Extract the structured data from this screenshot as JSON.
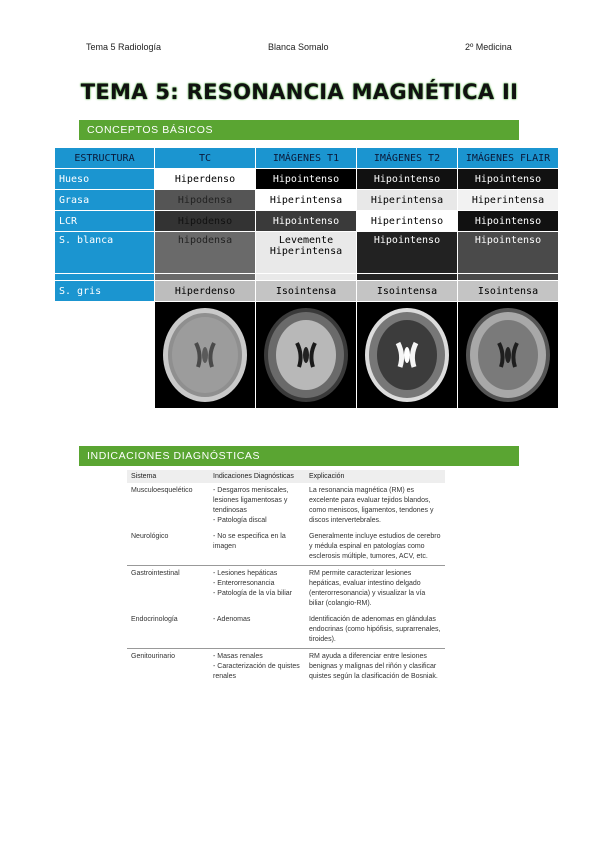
{
  "header": {
    "left": "Tema 5 Radiología",
    "center": "Blanca Somalo",
    "right": "2º Medicina"
  },
  "title": "TEMA 5: RESONANCIA MAGNÉTICA II",
  "section1": "CONCEPTOS BÁSICOS",
  "section2": "INDICACIONES DIAGNÓSTICAS",
  "colors": {
    "banner": "#5aa532",
    "table_header": "#1b95d0"
  },
  "mri_table": {
    "headers": [
      "ESTRUCTURA",
      "TC",
      "IMÁGENES T1",
      "IMÁGENES T2",
      "IMÁGENES FLAIR"
    ],
    "rows": [
      {
        "label": "Hueso",
        "cells": [
          "Hiperdenso",
          "Hipointenso",
          "Hipointenso",
          "Hipointenso"
        ]
      },
      {
        "label": "Grasa",
        "cells": [
          "Hipodensa",
          "Hiperintensa",
          "Hiperintensa",
          "Hiperintensa"
        ]
      },
      {
        "label": "LCR",
        "cells": [
          "Hipodenso",
          "Hipointenso",
          "Hiperintenso",
          "Hipointenso"
        ]
      },
      {
        "label": "S. blanca",
        "cells": [
          "hipodensa",
          "Levemente Hiperintensa",
          "Hipointenso",
          "Hipointenso"
        ]
      },
      {
        "label": "S. gris",
        "cells": [
          "Hiperdenso",
          "Isointensa",
          "Isointensa",
          "Isointensa"
        ]
      }
    ]
  },
  "indications": {
    "headers": [
      "Sistema",
      "Indicaciones Diagnósticas",
      "Explicación"
    ],
    "rows": [
      {
        "system": "Musculoesquelético",
        "indications": "- Desgarros meniscales, lesiones ligamentosas y tendinosas\n- Patología discal",
        "explanation": "La resonancia magnética (RM) es excelente para evaluar tejidos blandos, como meniscos, ligamentos, tendones y discos intervertebrales."
      },
      {
        "system": "Neurológico",
        "indications": "- No se especifica en la imagen",
        "explanation": "Generalmente incluye estudios de cerebro y médula espinal en patologías como esclerosis múltiple, tumores, ACV, etc."
      },
      {
        "system": "Gastrointestinal",
        "indications": "- Lesiones hepáticas\n- Enterorresonancia\n- Patología de la vía biliar",
        "explanation": "RM permite caracterizar lesiones hepáticas, evaluar intestino delgado (enterorresonancia) y visualizar la vía biliar (colangio-RM)."
      },
      {
        "system": "Endocrinología",
        "indications": "- Adenomas",
        "explanation": "Identificación de adenomas en glándulas endocrinas (como hipófisis, suprarrenales, tiroides)."
      },
      {
        "system": "Genitourinario",
        "indications": "- Masas renales\n- Caracterización de quistes renales",
        "explanation": "RM ayuda a diferenciar entre lesiones benignas y malignas del riñón y clasificar quistes según la clasificación de Bosniak."
      }
    ]
  }
}
